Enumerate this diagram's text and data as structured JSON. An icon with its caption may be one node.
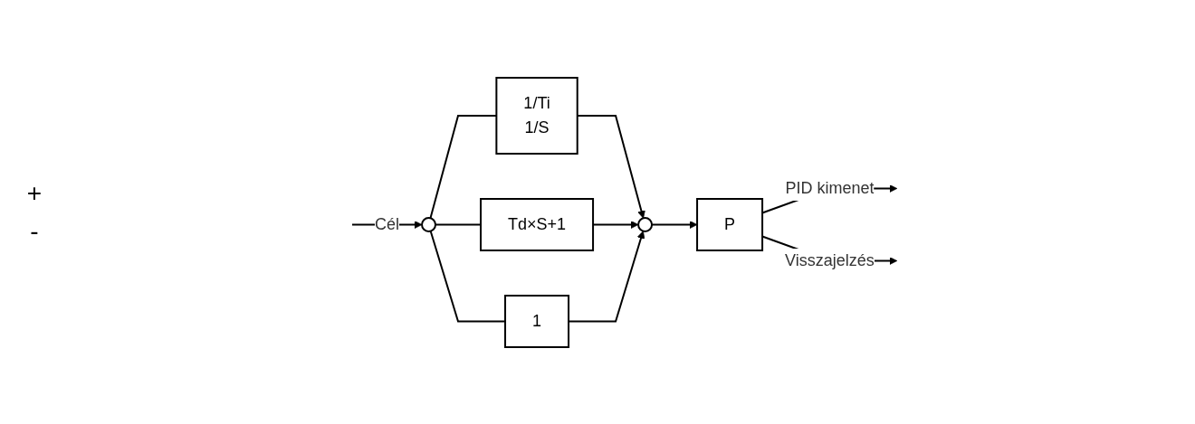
{
  "diagram": {
    "nodes": [
      {
        "text": [],
        "shape": "circle"
      },
      {
        "text": [
          "1/Ti",
          "1/S"
        ]
      },
      {
        "text": [
          "Td×S+1"
        ]
      },
      {
        "text": [
          "1"
        ]
      },
      {
        "text": [],
        "shape": "circle"
      },
      {
        "text": [
          "P"
        ]
      }
    ],
    "edges": [
      {
        "from": null,
        "to": 0,
        "arrow": "to",
        "label": "Cél"
      },
      {
        "from": 0,
        "to": 1,
        "arrow": "none"
      },
      {
        "from": 0,
        "to": 2,
        "arrow": "none"
      },
      {
        "from": 0,
        "to": 3,
        "arrow": "none"
      },
      {
        "from": 1,
        "to": 4,
        "arrow": "to"
      },
      {
        "from": 2,
        "to": 4,
        "arrow": "to"
      },
      {
        "from": 3,
        "to": 4,
        "arrow": "to"
      },
      {
        "from": 4,
        "to": 5,
        "arrow": "to"
      },
      {
        "from": 5,
        "to": null,
        "arrow": "to",
        "label": "PID kimenet"
      },
      {
        "from": 5,
        "to": null,
        "arrow": "to",
        "label": "Visszajelzés"
      }
    ],
    "labels": [
      "+",
      "-"
    ]
  }
}
